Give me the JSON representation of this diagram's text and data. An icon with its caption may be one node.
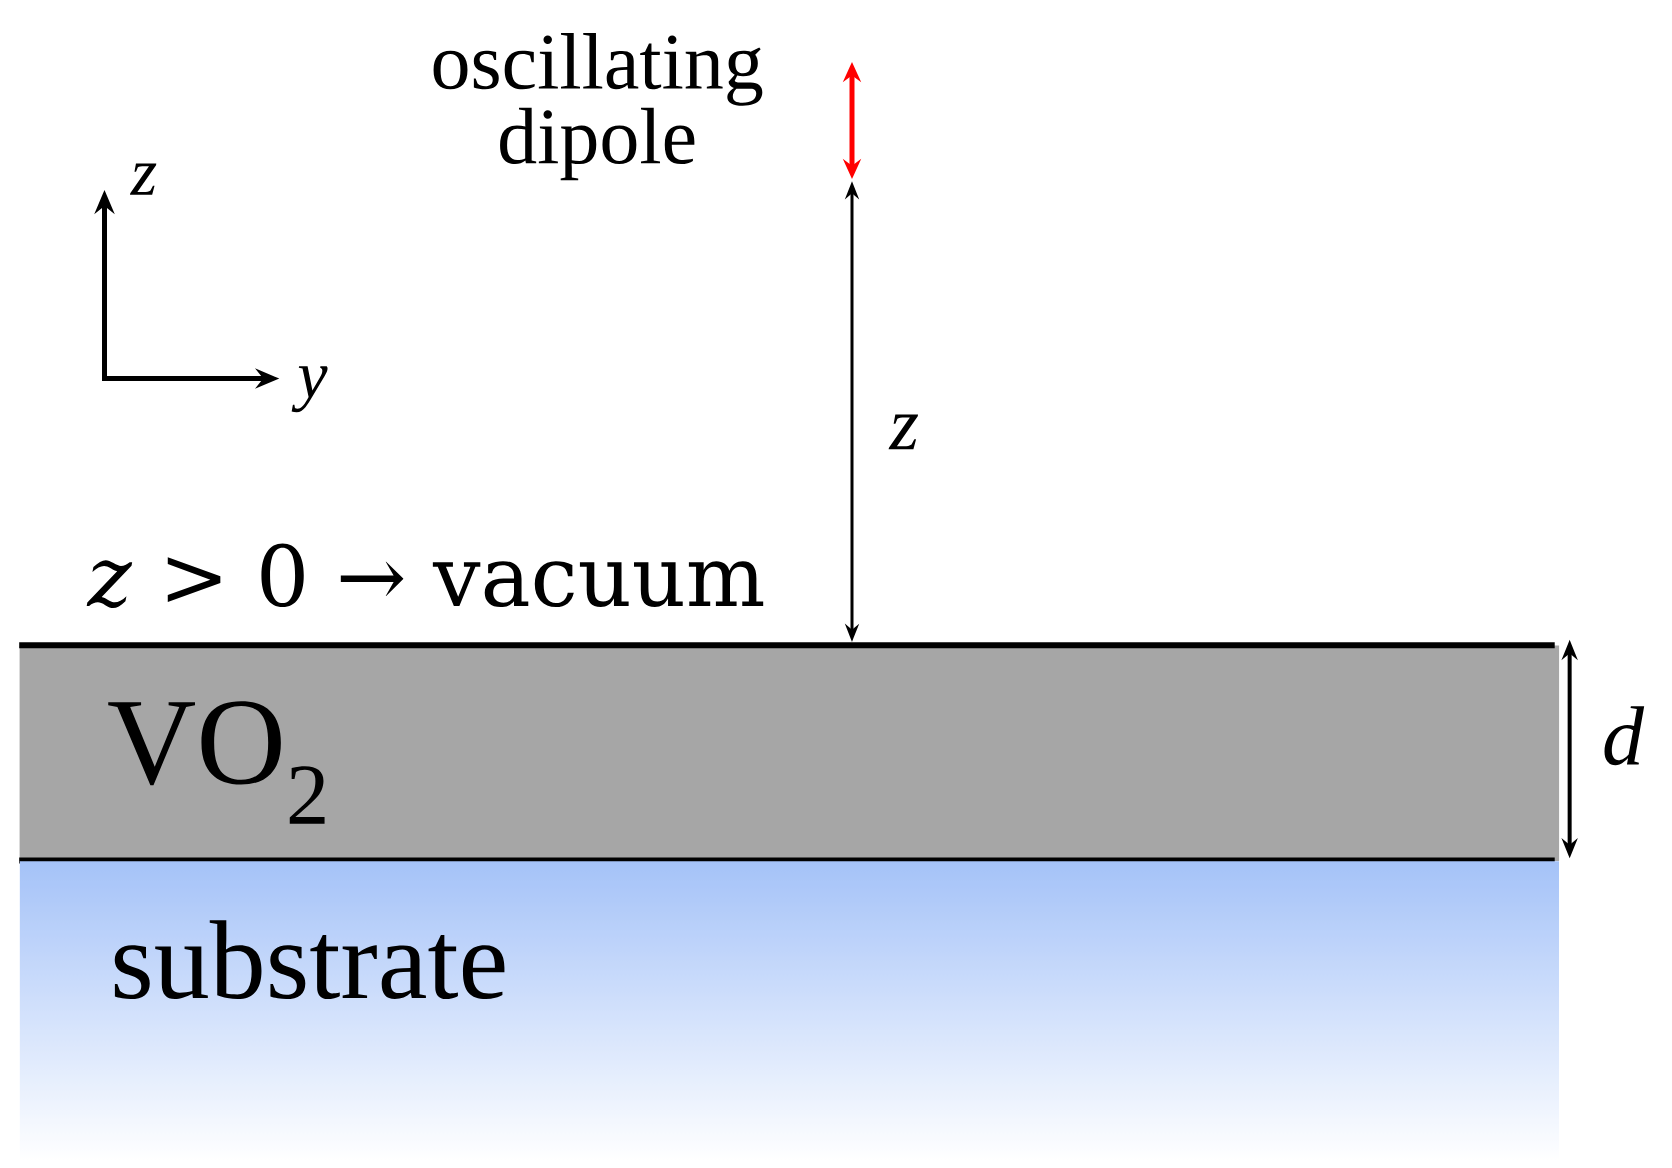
{
  "diagram": {
    "nodes": [
      {
        "text": [
          "VO$_{2}$"
        ]
      },
      {
        "text": [
          "substrate"
        ]
      }
    ],
    "labels": [
      "oscillating dipole",
      "z",
      "y",
      "z",
      "*z* > 0 → vacuum",
      "d"
    ]
  }
}
